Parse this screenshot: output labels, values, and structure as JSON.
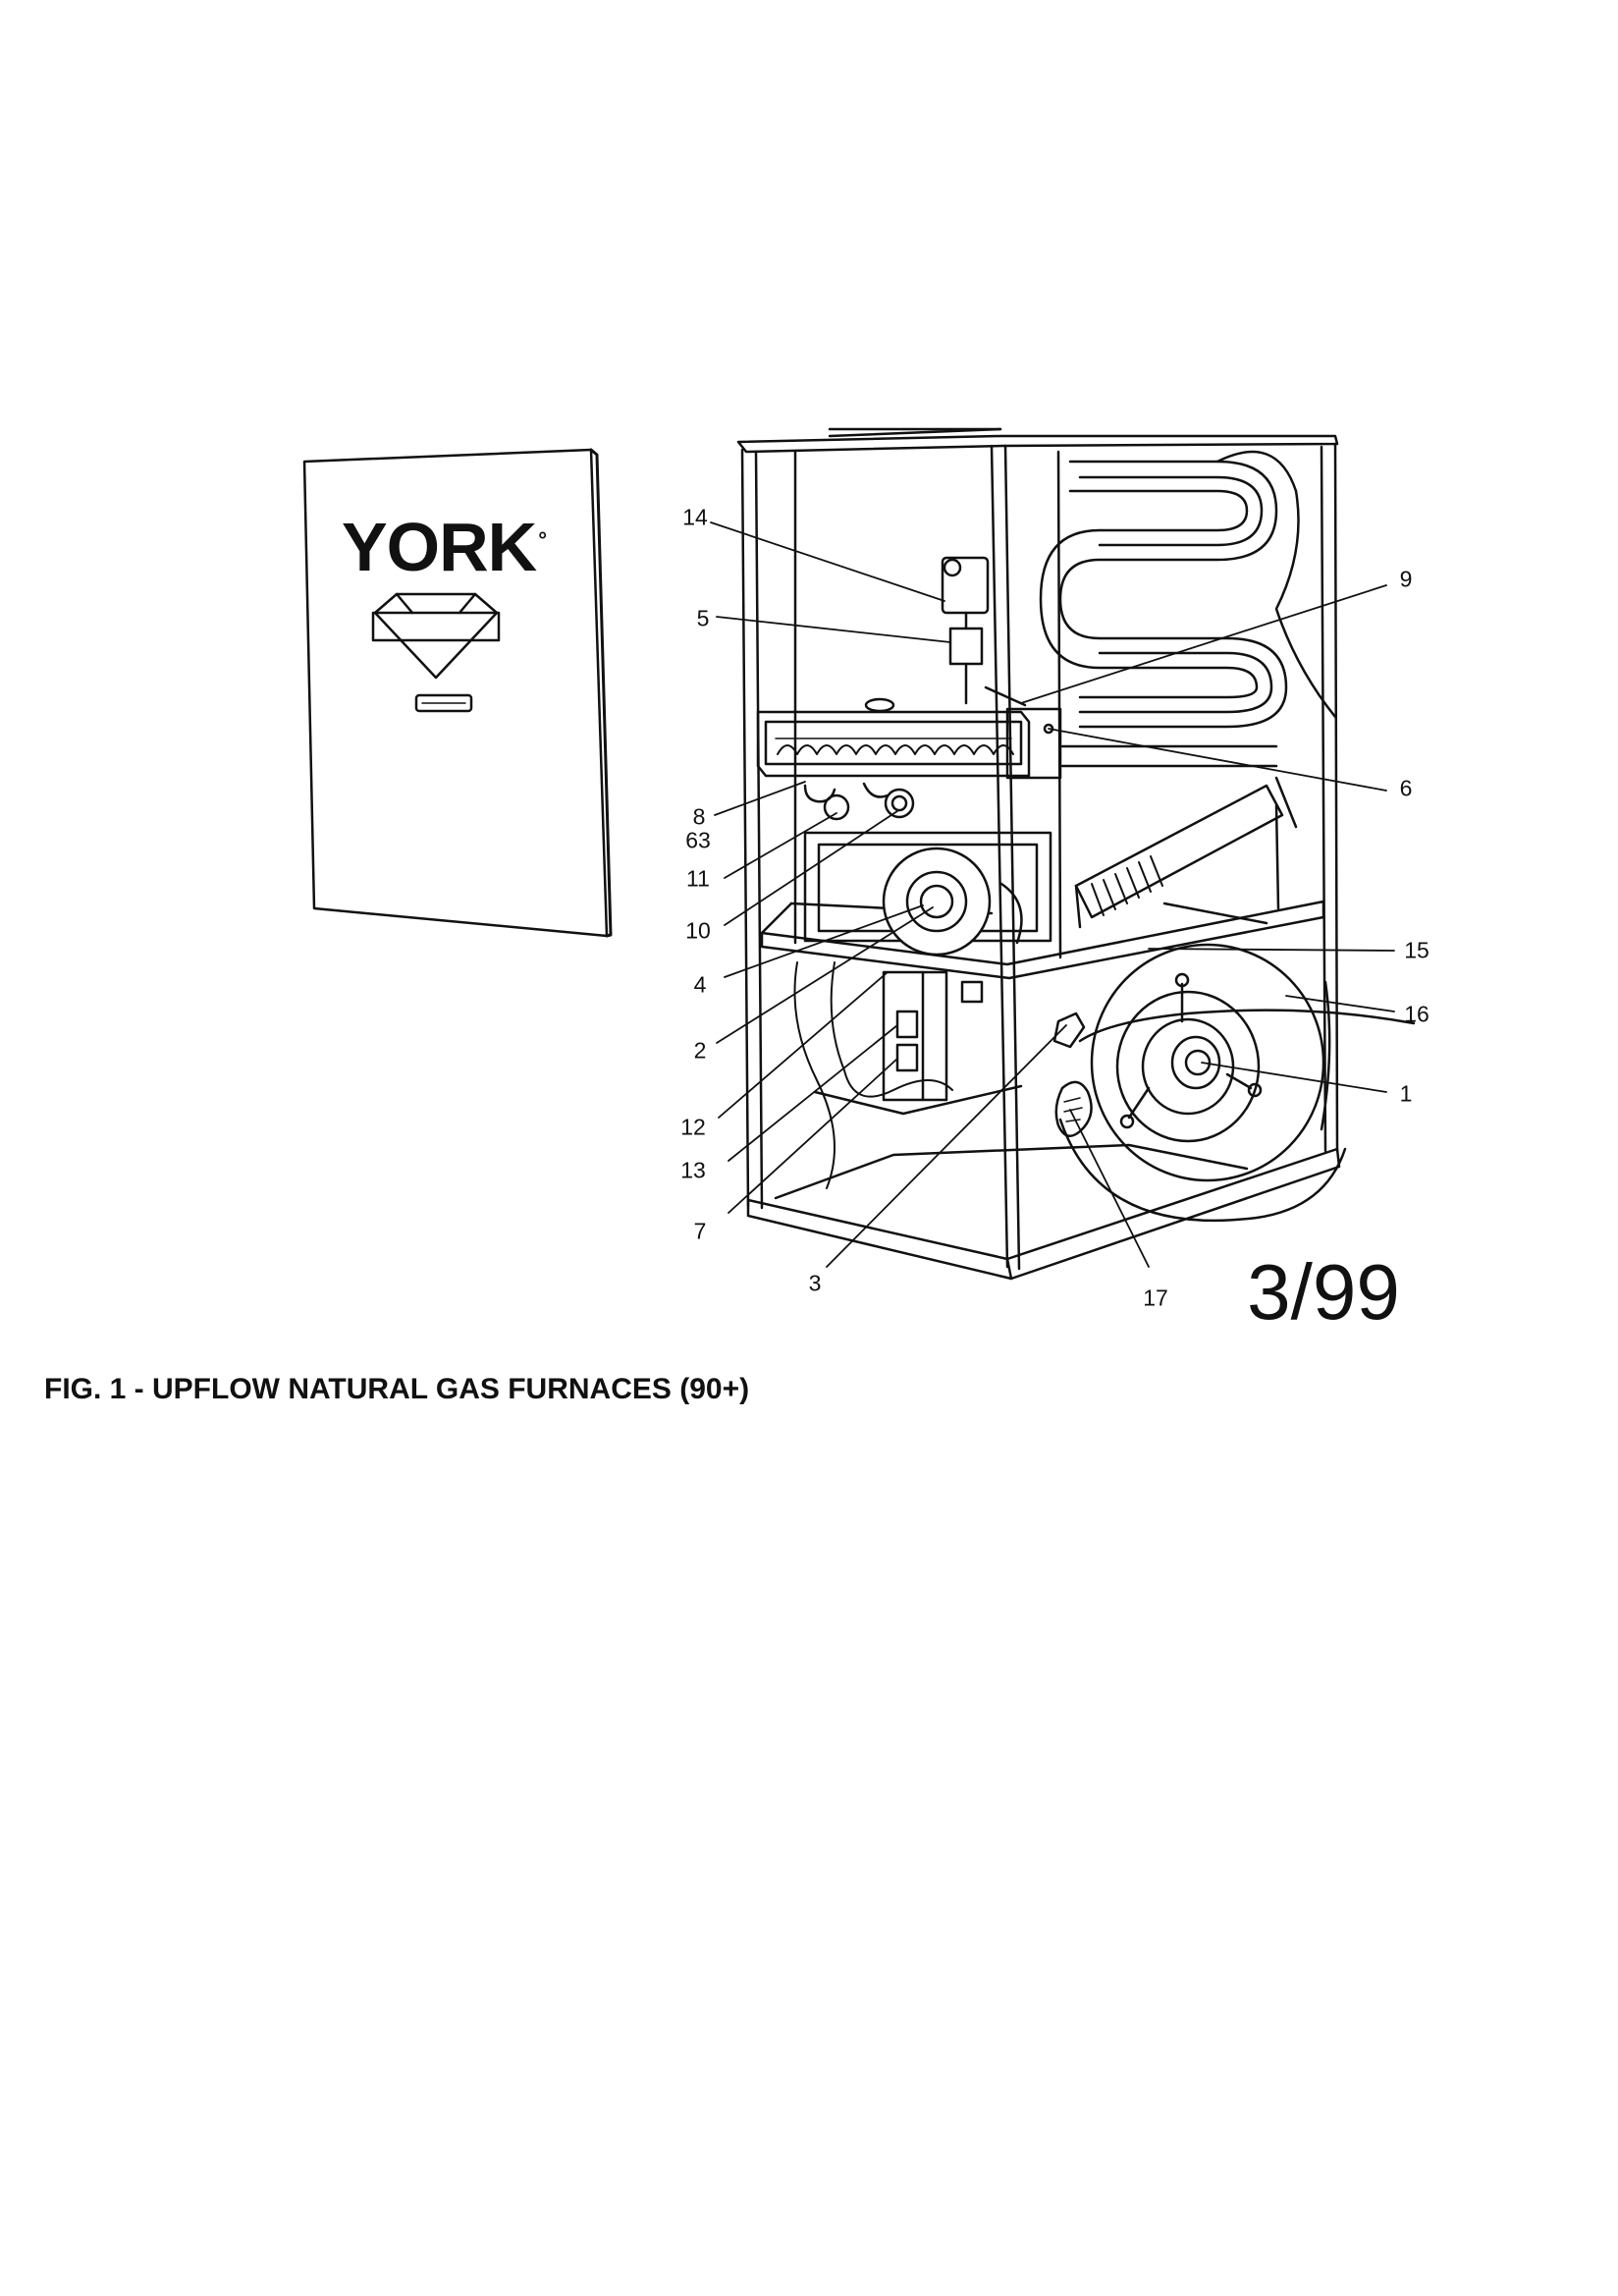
{
  "figure": {
    "caption": "FIG. 1 - UPFLOW NATURAL GAS FURNACES (90+)",
    "date_stamp": "3/99",
    "door_panel": {
      "brand": "YORK",
      "brand_mark": "°"
    },
    "callouts": [
      "14",
      "5",
      "9",
      "6",
      "8",
      "63",
      "11",
      "10",
      "4",
      "2",
      "12",
      "13",
      "7",
      "15",
      "16",
      "1",
      "3",
      "17"
    ]
  },
  "colors": {
    "ink": "#111111",
    "paper": "#ffffff"
  }
}
